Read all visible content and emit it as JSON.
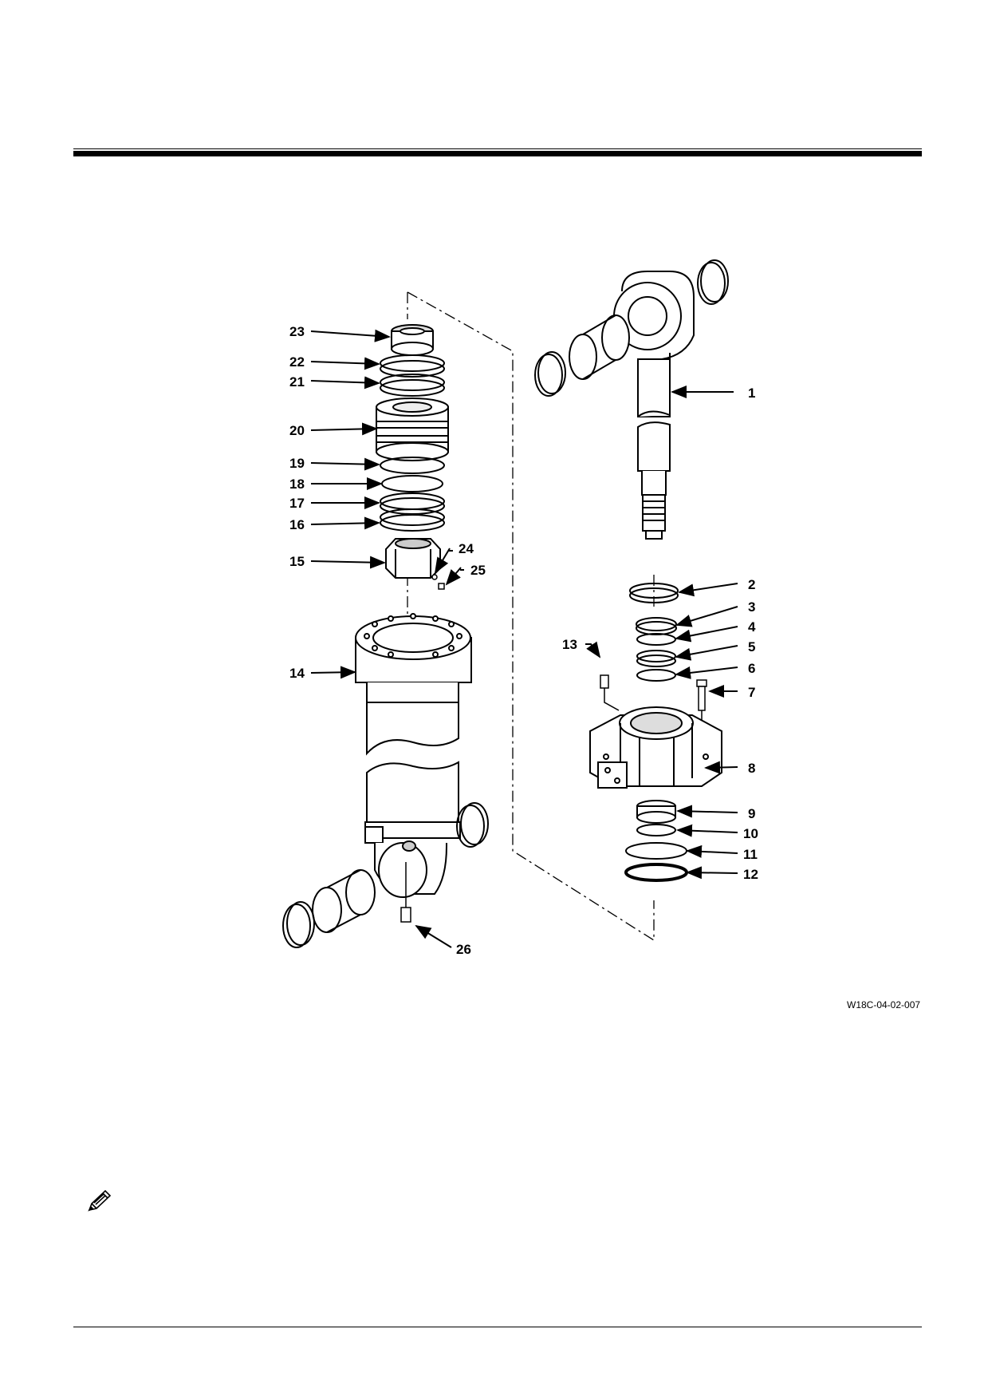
{
  "figure": {
    "id": "W18C-04-02-007",
    "callouts": [
      "1",
      "2",
      "3",
      "4",
      "5",
      "6",
      "7",
      "8",
      "9",
      "10",
      "11",
      "12",
      "13",
      "14",
      "15",
      "16",
      "17",
      "18",
      "19",
      "20",
      "21",
      "22",
      "23",
      "24",
      "25",
      "26"
    ]
  },
  "icons": {
    "note": "pencil-note-icon"
  }
}
